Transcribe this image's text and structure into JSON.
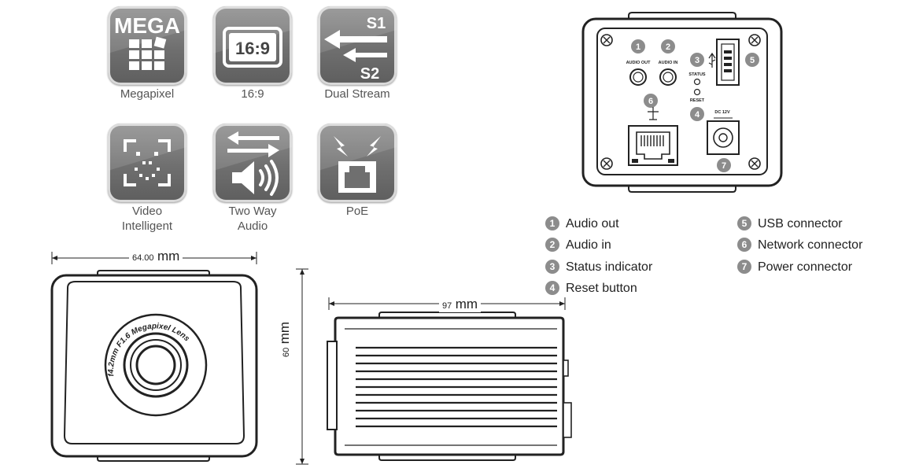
{
  "features": [
    {
      "id": "megapixel",
      "glyph_text": "MEGA",
      "caption": "Megapixel"
    },
    {
      "id": "ratio",
      "glyph_text": "16:9",
      "caption": "16:9"
    },
    {
      "id": "dual-stream",
      "glyph_text_top": "S1",
      "glyph_text_bottom": "S2",
      "caption": "Dual Stream"
    },
    {
      "id": "video-intelligent",
      "caption": "Video Intelligent"
    },
    {
      "id": "two-way-audio",
      "caption": "Two Way Audio"
    },
    {
      "id": "poe",
      "caption": "PoE"
    }
  ],
  "back_panel": {
    "labels": {
      "audio_out": "AUDIO OUT",
      "audio_in": "AUDIO IN",
      "status": "STATUS",
      "reset": "RESET",
      "dc": "DC 12V"
    },
    "markers": [
      "1",
      "2",
      "3",
      "4",
      "5",
      "6",
      "7"
    ]
  },
  "legend": [
    {
      "num": "1",
      "label": "Audio out"
    },
    {
      "num": "2",
      "label": "Audio in"
    },
    {
      "num": "3",
      "label": "Status indicator"
    },
    {
      "num": "4",
      "label": "Reset button"
    },
    {
      "num": "5",
      "label": "USB connector"
    },
    {
      "num": "6",
      "label": "Network connector"
    },
    {
      "num": "7",
      "label": "Power connector"
    }
  ],
  "dimensions": {
    "width": {
      "value": "64.00",
      "unit": "mm"
    },
    "height": {
      "value": "60",
      "unit": "mm"
    },
    "length": {
      "value": "97",
      "unit": "mm"
    }
  },
  "lens_text": "f4.2mm F1.6 Megapixel Lens",
  "colors": {
    "tile": "#777777",
    "tile_border": "#d9d9d9",
    "marker": "#8c8c8c",
    "line": "#222222"
  }
}
